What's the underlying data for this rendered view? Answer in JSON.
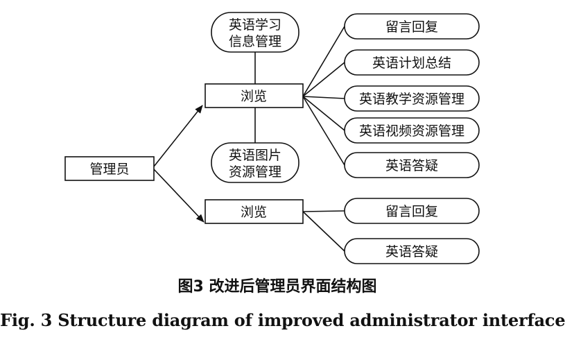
{
  "nodes": {
    "admin": "管理员",
    "browse_top": "浏览",
    "browse_bottom": "浏览",
    "study_info_mgmt": [
      "英语学习",
      "信息管理"
    ],
    "image_resource_mgmt": [
      "英语图片",
      "资源管理"
    ],
    "top_items": [
      "留言回复",
      "英语计划总结",
      "英语教学资源管理",
      "英语视频资源管理",
      "英语答疑"
    ],
    "bottom_items": [
      "留言回复",
      "英语答疑"
    ]
  },
  "caption": {
    "cn": "图3  改进后管理员界面结构图",
    "en": "Fig. 3  Structure diagram of improved administrator interface"
  },
  "colors": {
    "stroke": "#111111",
    "text": "#111111",
    "background": "#ffffff"
  }
}
